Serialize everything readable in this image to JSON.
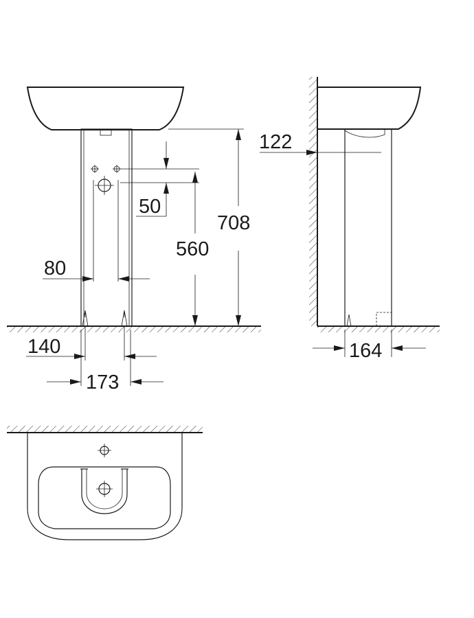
{
  "dimensions": {
    "front_total_height": "708",
    "front_outlet_height": "560",
    "front_offset_50": "50",
    "front_width_80": "80",
    "front_foot_140": "140",
    "front_foot_173": "173",
    "side_offset_122": "122",
    "side_depth_164": "164"
  }
}
